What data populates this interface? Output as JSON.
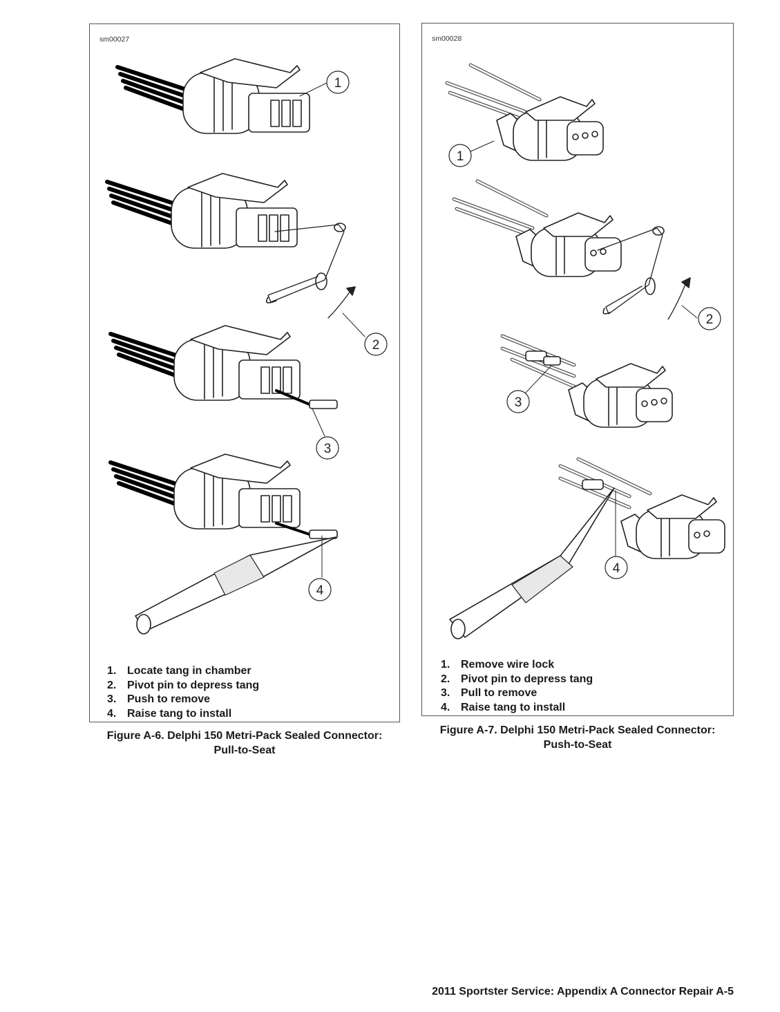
{
  "figures": [
    {
      "id_code": "sm00027",
      "callouts": [
        "1",
        "2",
        "3",
        "4"
      ],
      "legend": [
        {
          "num": "1.",
          "text": "Locate tang in chamber"
        },
        {
          "num": "2.",
          "text": "Pivot pin to depress tang"
        },
        {
          "num": "3.",
          "text": "Push to remove"
        },
        {
          "num": "4.",
          "text": "Raise tang to install"
        }
      ],
      "caption_line1": "Figure A-6. Delphi 150 Metri-Pack Sealed Connector:",
      "caption_line2": "Pull-to-Seat"
    },
    {
      "id_code": "sm00028",
      "callouts": [
        "1",
        "2",
        "3",
        "4"
      ],
      "legend": [
        {
          "num": "1.",
          "text": "Remove wire lock"
        },
        {
          "num": "2.",
          "text": "Pivot pin to depress tang"
        },
        {
          "num": "3.",
          "text": "Pull to remove"
        },
        {
          "num": "4.",
          "text": "Raise tang to install"
        }
      ],
      "caption_line1": "Figure A-7. Delphi 150 Metri-Pack Sealed Connector:",
      "caption_line2": "Push-to-Seat"
    }
  ],
  "footer": "2011 Sportster Service:  Appendix A Connector Repair  A-5"
}
